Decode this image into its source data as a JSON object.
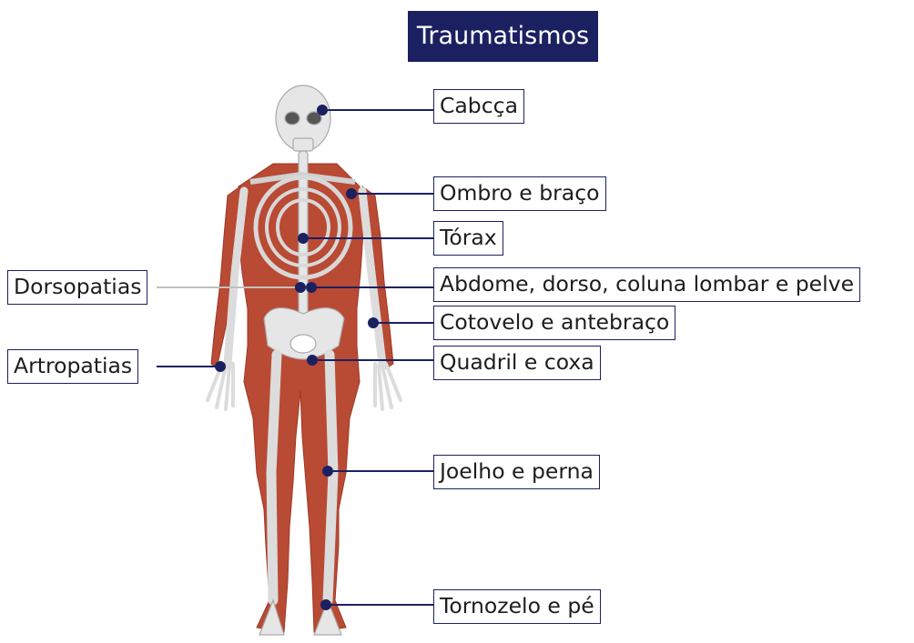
{
  "title": "Traumatismos",
  "labels": {
    "cabeca": "Cabcça",
    "ombro": "Ombro e braço",
    "torax": "Tórax",
    "abdome": "Abdome, dorso, coluna lombar e pelve",
    "cotovelo": "Cotovelo e antebraço",
    "quadril": "Quadril e coxa",
    "joelho": "Joelho e perna",
    "tornozelo": "Tornozelo e pé",
    "dorsopatias": "Dorsopatias",
    "artropatias": "Artropatias"
  },
  "colors": {
    "navy": "#1b2160",
    "muscle": "#b94a34",
    "bone": "#e6e6e6"
  }
}
